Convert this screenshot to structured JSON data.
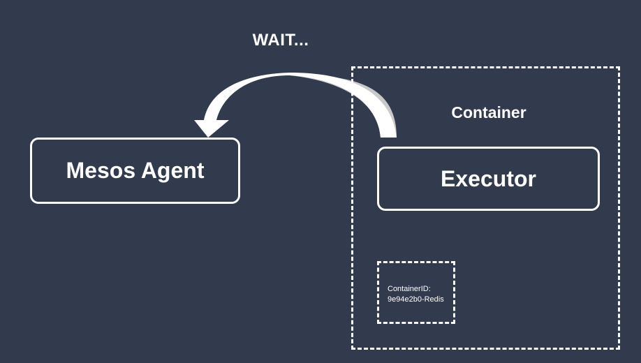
{
  "wait_label": "WAIT...",
  "agent": {
    "label": "Mesos Agent"
  },
  "container": {
    "label": "Container",
    "executor_label": "Executor",
    "container_id": {
      "key": "ContainerID:",
      "value": "9e94e2b0-Redis"
    }
  },
  "colors": {
    "background": "#323a4e",
    "stroke": "#ffffff",
    "arrow_shadow": "#c9c9c9"
  }
}
